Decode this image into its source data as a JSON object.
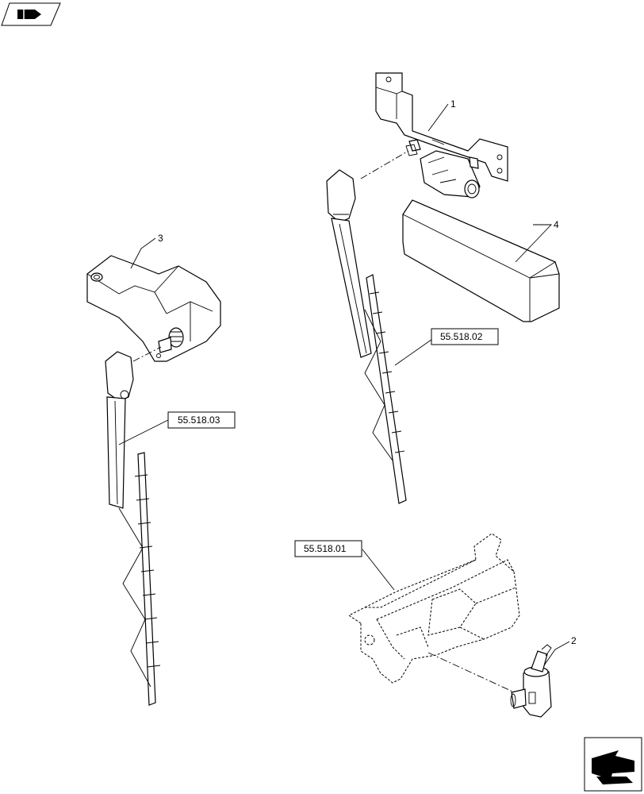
{
  "items": [
    {
      "label": "1"
    },
    {
      "label": "2"
    },
    {
      "label": "3"
    },
    {
      "label": "4"
    }
  ],
  "references": [
    {
      "label": "55.518.03"
    },
    {
      "label": "55.518.02"
    },
    {
      "label": "55.518.01"
    }
  ],
  "icons": {
    "top_left": "pointing-hand-icon",
    "bottom_right": "next-page-arrow-icon"
  }
}
